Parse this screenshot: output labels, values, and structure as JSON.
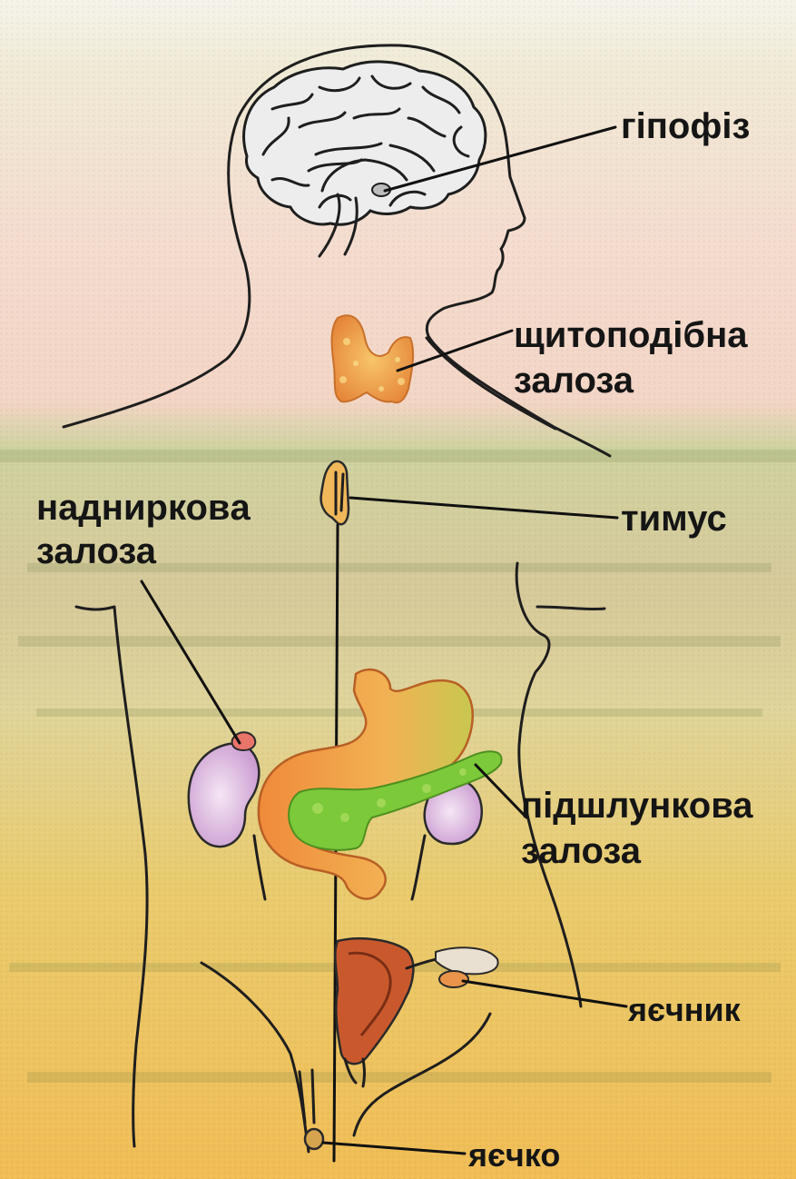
{
  "labels": {
    "pituitary": "гіпофіз",
    "thyroid_1": "щитоподібна",
    "thyroid_2": "залоза",
    "adrenal_1": "наднирковa",
    "adrenal_2": "залоза",
    "thymus": "тимус",
    "pancreas_1": "підшлункова",
    "pancreas_2": "залоза",
    "ovary": "яєчник",
    "testis": "яєчко"
  },
  "colors": {
    "background_top": "#f3ddd2",
    "background_mid": "#dbd6a6",
    "background_bottom": "#f1c25f",
    "brain": "#ececec",
    "thyroid": "#f0a545",
    "stomach": "#f0953f",
    "pancreas": "#7ecb3a",
    "kidney": "#e4c6ea",
    "uterus": "#c85a2d",
    "outline": "#1e1e1e"
  }
}
